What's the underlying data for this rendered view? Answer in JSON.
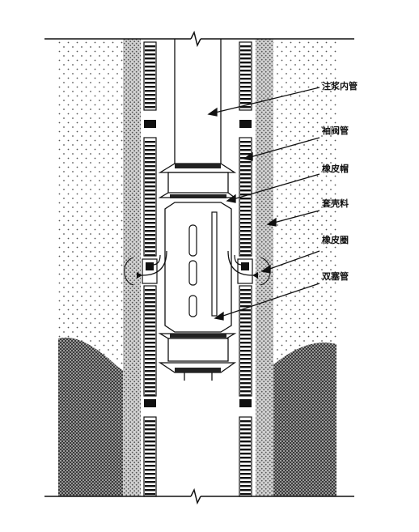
{
  "labels": {
    "grout_inner_pipe": "注浆内管",
    "sleeve_valve_pipe": "袖阀管",
    "rubber_cap": "橡皮帽",
    "sleeve_shell_material": "套壳料",
    "rubber_ring": "橡皮圈",
    "double_plug_pipe": "双塞管"
  },
  "colors": {
    "line": "#111111",
    "stipple": "#3a3a3a",
    "fill_light": "#ffffff",
    "rubber": "#2a2a2a"
  }
}
